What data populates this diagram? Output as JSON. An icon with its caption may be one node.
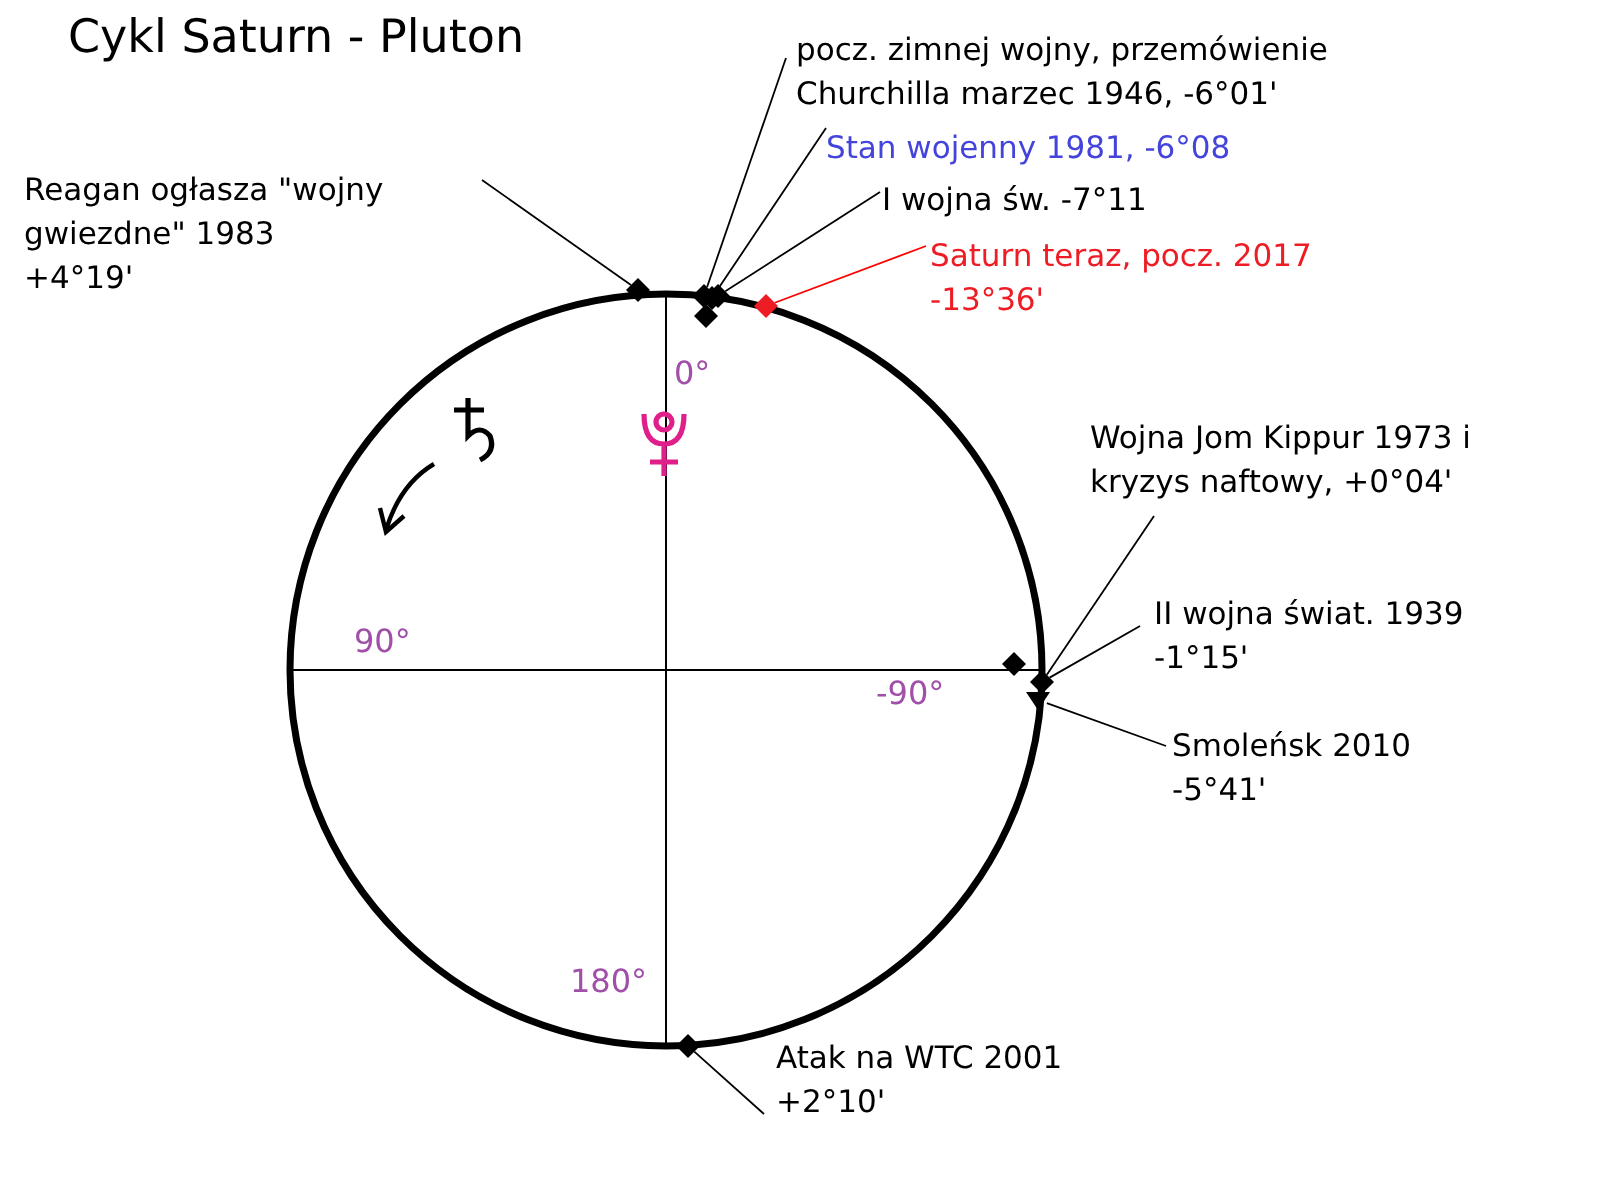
{
  "diagram": {
    "title": "Cykl Saturn - Pluton",
    "nodes": [
      {
        "text": [
          "pocz. zimnej wojny, przemówienie Churchilla marzec 1946, -6°01'"
        ]
      },
      {
        "text": [
          "Stan wojenny 1981, -6°08"
        ]
      },
      {
        "text": [
          "Reagan ogłasza \"wojny gwiezdne\" 1983",
          "+4°19'"
        ]
      },
      {
        "text": [
          "I wojna św. -7°11"
        ]
      },
      {
        "text": [
          "Saturn teraz, pocz. 2017",
          "-13°36'"
        ]
      },
      {
        "text": [
          "Wojna Jom Kippur 1973 i kryzys naftowy, +0°04'"
        ]
      },
      {
        "text": [
          "II wojna świat. 1939",
          "-1°15'"
        ]
      },
      {
        "text": [
          "Smoleńsk 2010",
          "-5°41'"
        ]
      },
      {
        "text": [
          "Atak na WTC 2001",
          "+2°10'"
        ]
      },
      {
        "text": [],
        "shape": "diamond"
      },
      {
        "text": [],
        "shape": "diamond"
      },
      {
        "text": [],
        "shape": "diamond"
      },
      {
        "text": [],
        "shape": "diamond"
      },
      {
        "text": [],
        "shape": "diamond"
      },
      {
        "text": [],
        "shape": "diamond"
      },
      {
        "text": [],
        "shape": "diamond"
      },
      {
        "text": [],
        "shape": "diamond"
      },
      {
        "text": [],
        "shape": "triangle"
      },
      {
        "text": [],
        "shape": "diamond"
      }
    ],
    "edges": [
      {
        "from": 2,
        "to": 9,
        "arrow": "none"
      },
      {
        "from": 0,
        "to": 10,
        "arrow": "none"
      },
      {
        "from": 1,
        "to": 12,
        "arrow": "none"
      },
      {
        "from": 3,
        "to": 13,
        "arrow": "none"
      },
      {
        "from": 4,
        "to": 14,
        "arrow": "none",
        "color": "#ff0000"
      },
      {
        "from": 5,
        "to": 16,
        "arrow": "none"
      },
      {
        "from": 6,
        "to": 16,
        "arrow": "none"
      },
      {
        "from": 7,
        "to": 17,
        "arrow": "none"
      },
      {
        "from": 8,
        "to": 18,
        "arrow": "none"
      }
    ],
    "labels": [
      "0°",
      "90°",
      "-90°",
      "180°"
    ]
  }
}
